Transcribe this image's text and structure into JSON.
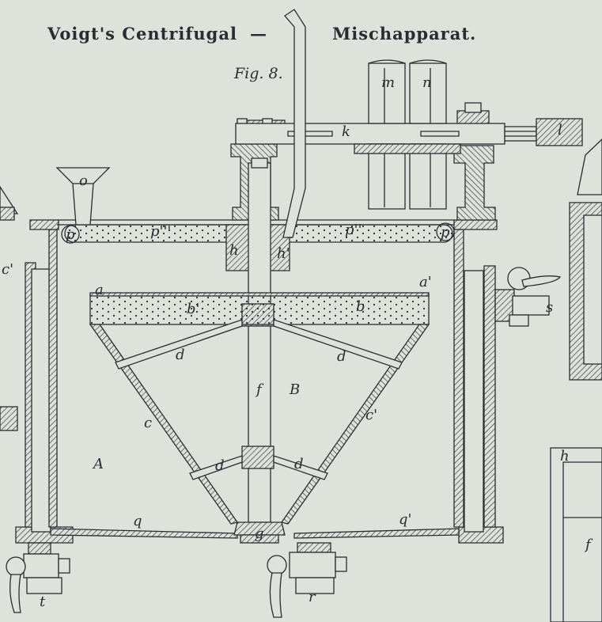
{
  "title": {
    "left": "Voigt's Centrifugal",
    "dash": "—",
    "right": "Mischapparat."
  },
  "figure": "Fig. 8.",
  "labels": {
    "o": "o",
    "p1": "p",
    "p2": "p",
    "p_triple": "p'''",
    "p_double": "p''",
    "h": "h",
    "h_prime": "h'",
    "k": "k",
    "l": "l",
    "m": "m",
    "n": "n",
    "s": "s",
    "a": "a",
    "a_prime": "a'",
    "b": "b",
    "b_prime": "b'",
    "c": "c",
    "c_prime": "c'",
    "c_prime_left": "c'",
    "d1": "d",
    "d2": "d",
    "d3": "d",
    "d4": "d",
    "f": "f",
    "f_right": "f",
    "B": "B",
    "A": "A",
    "q": "q",
    "q_prime": "q'",
    "g": "g",
    "t": "t",
    "r": "r",
    "h_right": "h"
  },
  "colors": {
    "paper": "#dde2da",
    "ink": "#2a2c33",
    "hatch": "#3a3d44"
  }
}
